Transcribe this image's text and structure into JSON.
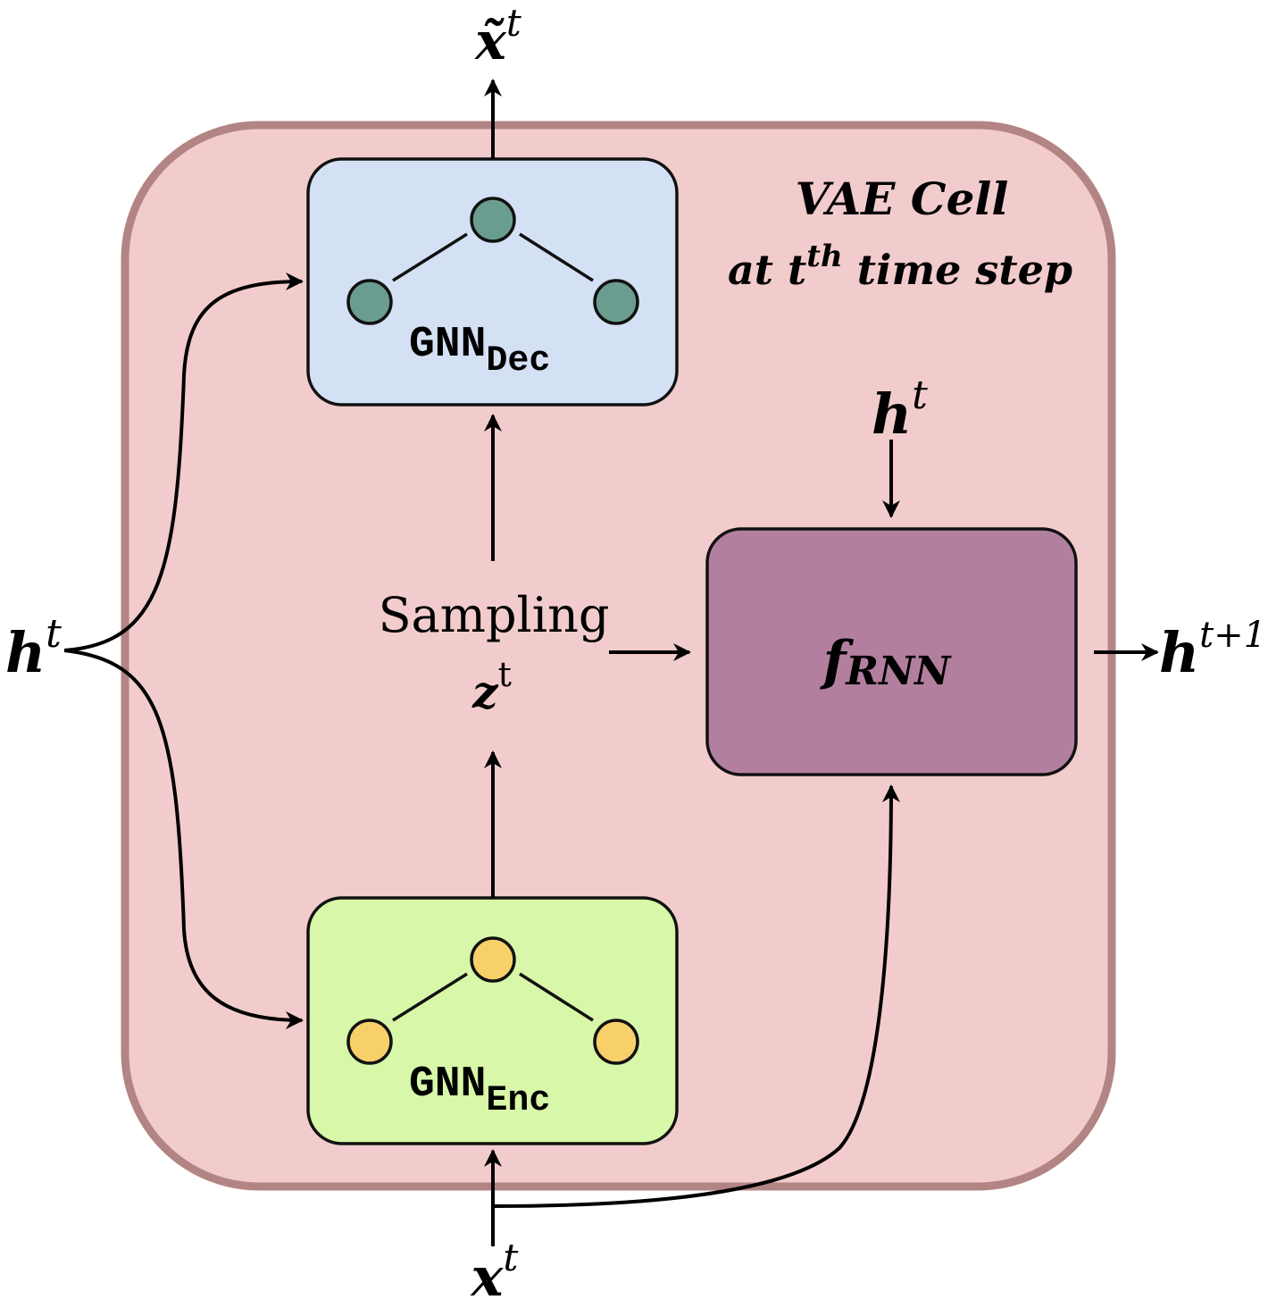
{
  "cell": {
    "title_line1": "VAE Cell",
    "title_line2_prefix": "at t",
    "title_line2_sup": "th",
    "title_line2_suffix": " time step",
    "fill": "#f2cccc",
    "stroke": "#b38484"
  },
  "decoder": {
    "label_main": "GNN",
    "label_sub": "Dec",
    "fill": "#d4e1f5",
    "node_color": "#6a9d90"
  },
  "encoder": {
    "label_main": "GNN",
    "label_sub": "Enc",
    "fill": "#d8f7a8",
    "node_color": "#f7d06a"
  },
  "rnn": {
    "label_main": "f",
    "label_sub": "RNN",
    "fill": "#b37f9f"
  },
  "sampling": {
    "label": "Sampling",
    "z_main": "z",
    "z_sup": "t"
  },
  "labels": {
    "x_tilde_main": "x̃",
    "x_tilde_sup": "t",
    "h_left_main": "h",
    "h_left_sup": "t",
    "h_top_main": "h",
    "h_top_sup": "t",
    "h_out_main": "h",
    "h_out_sup": "t+1",
    "x_in_main": "x",
    "x_in_sup": "t"
  }
}
